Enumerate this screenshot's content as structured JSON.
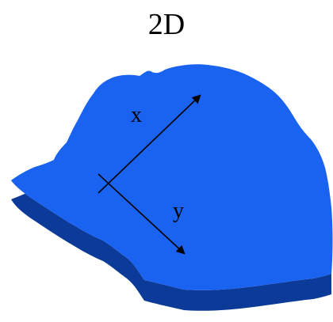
{
  "title": "2D",
  "axes": {
    "x_label": "x",
    "y_label": "y"
  },
  "colors": {
    "slab_top": "#1a63f0",
    "slab_side": "#0b3a99",
    "arrow": "#000000",
    "background": "#ffffff"
  }
}
